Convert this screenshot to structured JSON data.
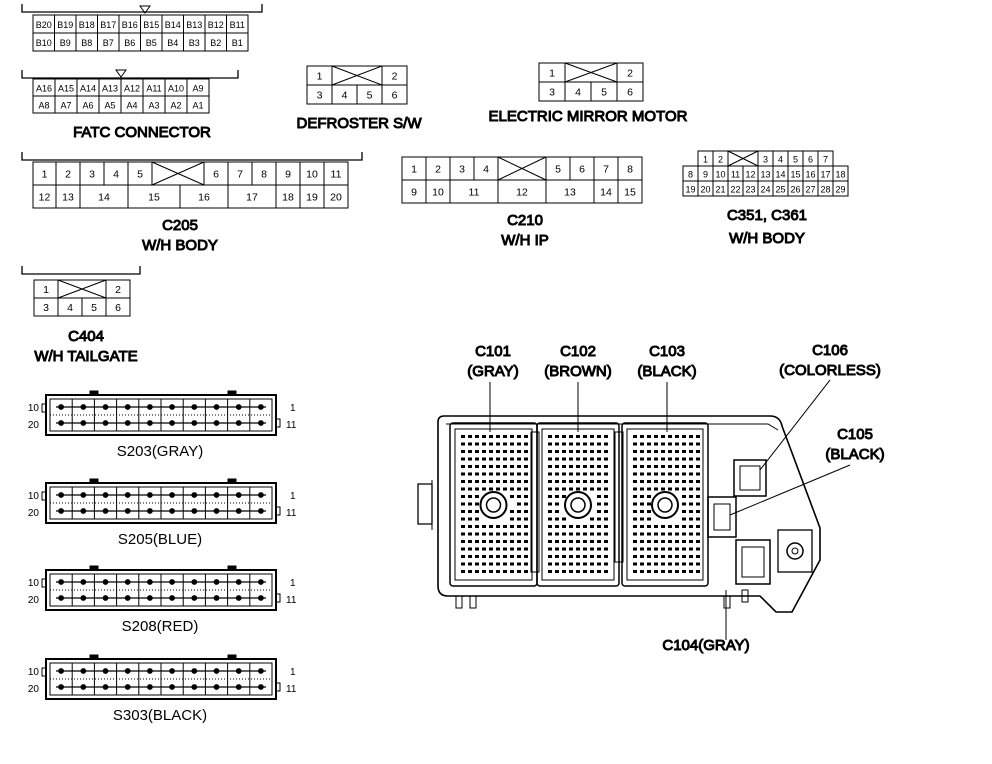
{
  "fatc": {
    "caption": "FATC CONNECTOR",
    "b_top": [
      "B20",
      "B19",
      "B18",
      "B17",
      "B16",
      "B15",
      "B14",
      "B13",
      "B12",
      "B11"
    ],
    "b_bottom": [
      "B10",
      "B9",
      "B8",
      "B7",
      "B6",
      "B5",
      "B4",
      "B3",
      "B2",
      "B1"
    ],
    "a_top": [
      "A16",
      "A15",
      "A14",
      "A13",
      "A12",
      "A11",
      "A10",
      "A9"
    ],
    "a_bottom": [
      "A8",
      "A7",
      "A6",
      "A5",
      "A4",
      "A3",
      "A2",
      "A1"
    ]
  },
  "defroster": {
    "caption": "DEFROSTER S/W",
    "top": [
      "1",
      "2"
    ],
    "bottom": [
      "3",
      "4",
      "5",
      "6"
    ]
  },
  "mirror": {
    "caption": "ELECTRIC MIRROR MOTOR",
    "top": [
      "1",
      "2"
    ],
    "bottom": [
      "3",
      "4",
      "5",
      "6"
    ]
  },
  "c205": {
    "name": "C205",
    "location": "W/H BODY",
    "top": [
      "1",
      "2",
      "3",
      "4",
      "5",
      "6",
      "7",
      "8",
      "9",
      "10",
      "11"
    ],
    "bottom": [
      "12",
      "13",
      "14",
      "15",
      "16",
      "17",
      "18",
      "19",
      "20"
    ]
  },
  "c210": {
    "name": "C210",
    "location": "W/H IP",
    "top": [
      "1",
      "2",
      "3",
      "4",
      "5",
      "6",
      "7",
      "8"
    ],
    "bottom": [
      "9",
      "10",
      "11",
      "12",
      "13",
      "14",
      "15"
    ]
  },
  "c351": {
    "name": "C351, C361",
    "location": "W/H BODY",
    "row1": [
      "1",
      "2",
      "3",
      "4",
      "5",
      "6",
      "7"
    ],
    "row2": [
      "8",
      "9",
      "10",
      "11",
      "12",
      "13",
      "14",
      "15",
      "16",
      "17",
      "18"
    ],
    "row3": [
      "19",
      "20",
      "21",
      "22",
      "23",
      "24",
      "25",
      "26",
      "27",
      "28",
      "29"
    ]
  },
  "c404": {
    "name": "C404",
    "location": "W/H TAILGATE",
    "top": [
      "1",
      "2"
    ],
    "bottom": [
      "3",
      "4",
      "5",
      "6"
    ]
  },
  "splices": [
    {
      "caption": "S203(GRAY)",
      "left_top": "10",
      "left_bottom": "20",
      "right_top": "1",
      "right_bottom": "11"
    },
    {
      "caption": "S205(BLUE)",
      "left_top": "10",
      "left_bottom": "20",
      "right_top": "1",
      "right_bottom": "11"
    },
    {
      "caption": "S208(RED)",
      "left_top": "10",
      "left_bottom": "20",
      "right_top": "1",
      "right_bottom": "11"
    },
    {
      "caption": "S303(BLACK)",
      "left_top": "10",
      "left_bottom": "20",
      "right_top": "1",
      "right_bottom": "11"
    }
  ],
  "junction": {
    "c101": {
      "name": "C101",
      "color": "(GRAY)"
    },
    "c102": {
      "name": "C102",
      "color": "(BROWN)"
    },
    "c103": {
      "name": "C103",
      "color": "(BLACK)"
    },
    "c106": {
      "name": "C106",
      "color": "(COLORLESS)"
    },
    "c105": {
      "name": "C105",
      "color": "(BLACK)"
    },
    "c104": "C104(GRAY)"
  }
}
